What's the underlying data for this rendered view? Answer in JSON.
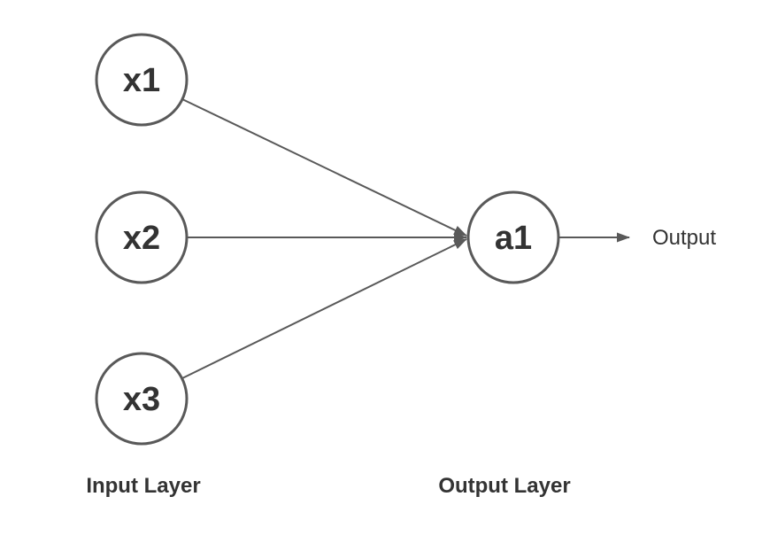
{
  "diagram": {
    "type": "neural-network",
    "nodes": [
      {
        "id": "x1",
        "label": "x1",
        "layer": "input"
      },
      {
        "id": "x2",
        "label": "x2",
        "layer": "input"
      },
      {
        "id": "x3",
        "label": "x3",
        "layer": "input"
      },
      {
        "id": "a1",
        "label": "a1",
        "layer": "output"
      }
    ],
    "edges": [
      {
        "from": "x1",
        "to": "a1"
      },
      {
        "from": "x2",
        "to": "a1"
      },
      {
        "from": "x3",
        "to": "a1"
      },
      {
        "from": "a1",
        "to": "Output"
      }
    ],
    "labels": {
      "input_layer": "Input Layer",
      "output_layer": "Output Layer",
      "output": "Output"
    },
    "colors": {
      "stroke": "#595959",
      "node_fill": "#ffffff",
      "text": "#333333",
      "background": "#ffffff"
    }
  }
}
